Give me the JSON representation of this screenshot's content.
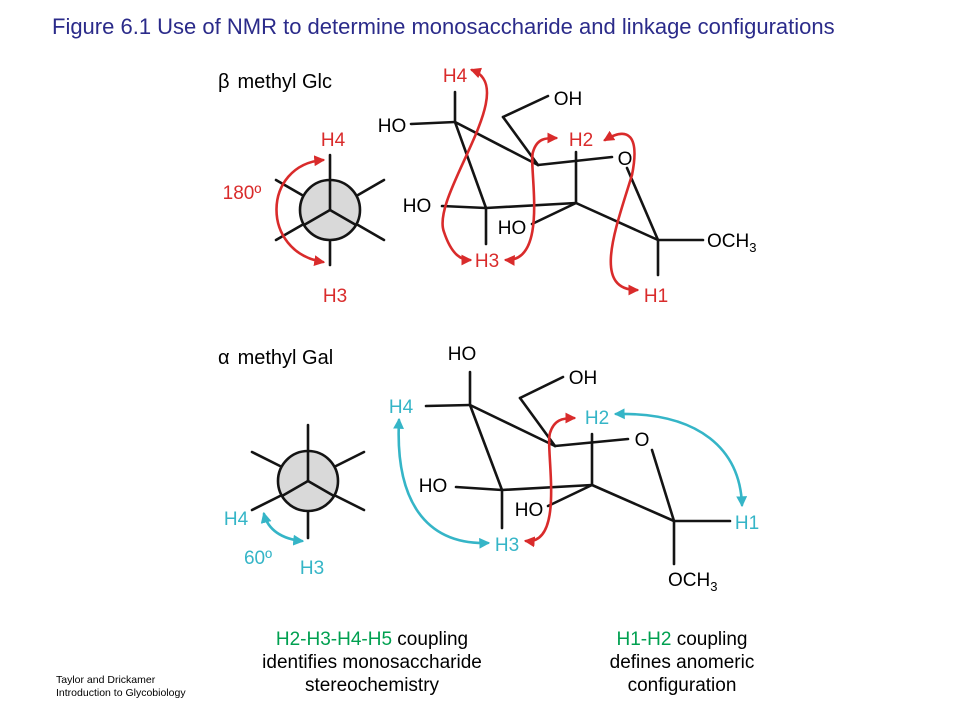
{
  "title": "Figure 6.1 Use of NMR to determine monosaccharide and linkage configurations",
  "credit": {
    "line1": "Taylor and Drickamer",
    "line2": "Introduction to Glycobiology"
  },
  "colors": {
    "title": "#2b2b8a",
    "red": "#d92b2b",
    "cyan": "#35b5c7",
    "green": "#00a050",
    "bond": "#141414",
    "newman_fill": "#d9d9d9"
  },
  "top": {
    "heading": {
      "greek": "β",
      "text": "methyl Glc"
    },
    "newman": {
      "angle": "180º",
      "front": "H4",
      "back": "H3"
    },
    "labels": {
      "h4": "H4",
      "h2": "H2",
      "h3": "H3",
      "h1": "H1",
      "oh": "OH",
      "o": "O",
      "ho1": "HO",
      "ho2": "HO",
      "ho3": "HO",
      "och3": "OCH",
      "sub3": "3"
    }
  },
  "bottom": {
    "heading": {
      "greek": "α",
      "text": "methyl Gal"
    },
    "newman": {
      "angle": "60º",
      "front": "H4",
      "back": "H3"
    },
    "labels": {
      "ho_top": "HO",
      "oh": "OH",
      "h4": "H4",
      "h2": "H2",
      "o": "O",
      "ho1": "HO",
      "ho2": "HO",
      "h1": "H1",
      "h3": "H3",
      "och3": "OCH",
      "sub3": "3"
    }
  },
  "captions": {
    "left": {
      "highlight": "H2-H3-H4-H5",
      "rest1": " coupling",
      "line2": "identifies monosaccharide",
      "line3": "stereochemistry"
    },
    "right": {
      "highlight": "H1-H2",
      "rest1": " coupling",
      "line2": "defines anomeric",
      "line3": "configuration"
    }
  }
}
